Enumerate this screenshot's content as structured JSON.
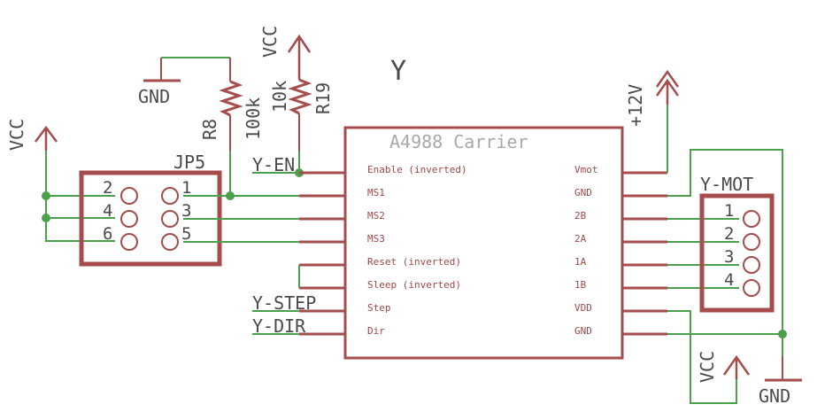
{
  "sheet_label": "Y",
  "colors": {
    "part": "#a54d4d",
    "wire": "#4ca04c",
    "label": "#4a4a4a",
    "pin_text": "#a04848",
    "title_text": "#a8a8a8"
  },
  "chip": {
    "name": "A4988 Carrier",
    "left_pins": [
      "Enable (inverted)",
      "MS1",
      "MS2",
      "MS3",
      "Reset (inverted)",
      "Sleep (inverted)",
      "Step",
      "Dir"
    ],
    "right_pins": [
      "Vmot",
      "GND",
      "2B",
      "2A",
      "1A",
      "1B",
      "VDD",
      "GND"
    ]
  },
  "jp5": {
    "name": "JP5",
    "left_pins": [
      "2",
      "4",
      "6"
    ],
    "right_pins": [
      "1",
      "3",
      "5"
    ]
  },
  "ymot": {
    "name": "Y-MOT",
    "pins": [
      "1",
      "2",
      "3",
      "4"
    ]
  },
  "resistors": {
    "r8": {
      "name": "R8",
      "value": "100k"
    },
    "r19": {
      "name": "R19",
      "value": "10k"
    }
  },
  "net_labels": {
    "y_en": "Y-EN",
    "y_step": "Y-STEP",
    "y_dir": "Y-DIR"
  },
  "power": {
    "vcc_left": "VCC",
    "vcc_top": "VCC",
    "vcc_bottom": "VCC",
    "gnd_top": "GND",
    "gnd_bottom": "GND",
    "v12": "+12V"
  }
}
